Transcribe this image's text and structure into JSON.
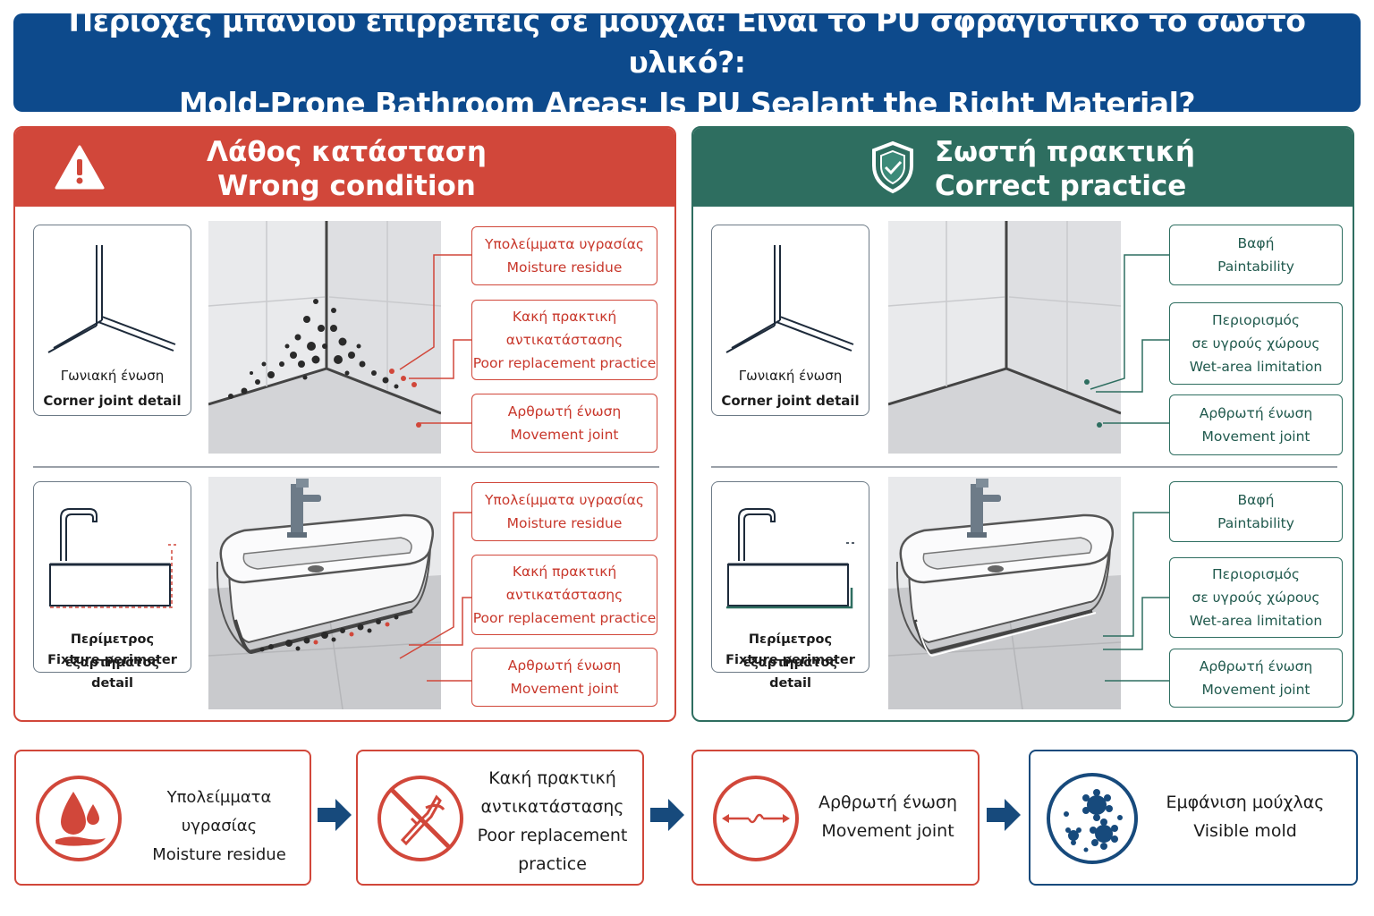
{
  "header": {
    "title_el": "Περιοχές μπάνιου επιρρεπείς σε μούχλα: Είναι το PU σφραγιστικό το σωστό υλικό?:",
    "title_en": "Mold-Prone Bathroom Areas: Is PU Sealant the Right Material?"
  },
  "wrong": {
    "title_el": "Λάθος κατάσταση",
    "title_en": "Wrong condition",
    "corner_card": {
      "el": "Γωνιακή ένωση",
      "en": "Corner joint detail"
    },
    "fixture_card": {
      "el": "Περίμετρος εξαρτήματος",
      "en": "Fixture perimeter detail"
    },
    "top_labels": [
      {
        "el": "Υπολείμματα υγρασίας",
        "en": "Moisture residue"
      },
      {
        "el1": "Κακή πρακτική",
        "el2": "αντικατάστασης",
        "en": "Poor replacement practice"
      },
      {
        "el": "Αρθρωτή ένωση",
        "en": "Movement joint"
      }
    ],
    "bottom_labels": [
      {
        "el": "Υπολείμματα υγρασίας",
        "en": "Moisture residue"
      },
      {
        "el1": "Κακή πρακτική",
        "el2": "αντικατάστασης",
        "en": "Poor replacement practice"
      },
      {
        "el": "Αρθρωτή ένωση",
        "en": "Movement joint"
      }
    ]
  },
  "correct": {
    "title_el": "Σωστή πρακτική",
    "title_en": "Correct practice",
    "corner_card": {
      "el": "Γωνιακή ένωση",
      "en": "Corner joint detail"
    },
    "fixture_card": {
      "el": "Περίμετρος εξαρτήματος",
      "en": "Fixture perimeter detail"
    },
    "top_labels": [
      {
        "el": "Βαφή",
        "en": "Paintability"
      },
      {
        "el1": "Περιορισμός",
        "el2": "σε υγρούς χώρους",
        "en": "Wet-area limitation"
      },
      {
        "el": "Αρθρωτή ένωση",
        "en": "Movement joint"
      }
    ],
    "bottom_labels": [
      {
        "el": "Βαφή",
        "en": "Paintability"
      },
      {
        "el1": "Περιορισμός",
        "el2": "σε υγρούς χώρους",
        "en": "Wet-area limitation"
      },
      {
        "el": "Αρθρωτή ένωση",
        "en": "Movement joint"
      }
    ]
  },
  "flow": [
    {
      "el": "Υπολείμματα υγρασίας",
      "en": "Moisture residue"
    },
    {
      "el1": "Κακή πρακτική",
      "el2": "αντικατάστασης",
      "en1": "Poor replacement",
      "en2": "practice"
    },
    {
      "el": "Αρθρωτή ένωση",
      "en": "Movement joint"
    },
    {
      "el": "Εμφάνιση μούχλας",
      "en": "Visible mold"
    }
  ],
  "colors": {
    "header_blue": "#0d4a8c",
    "wrong_red": "#d1473a",
    "correct_green": "#2e6e60",
    "flow_navy": "#174a7c"
  }
}
